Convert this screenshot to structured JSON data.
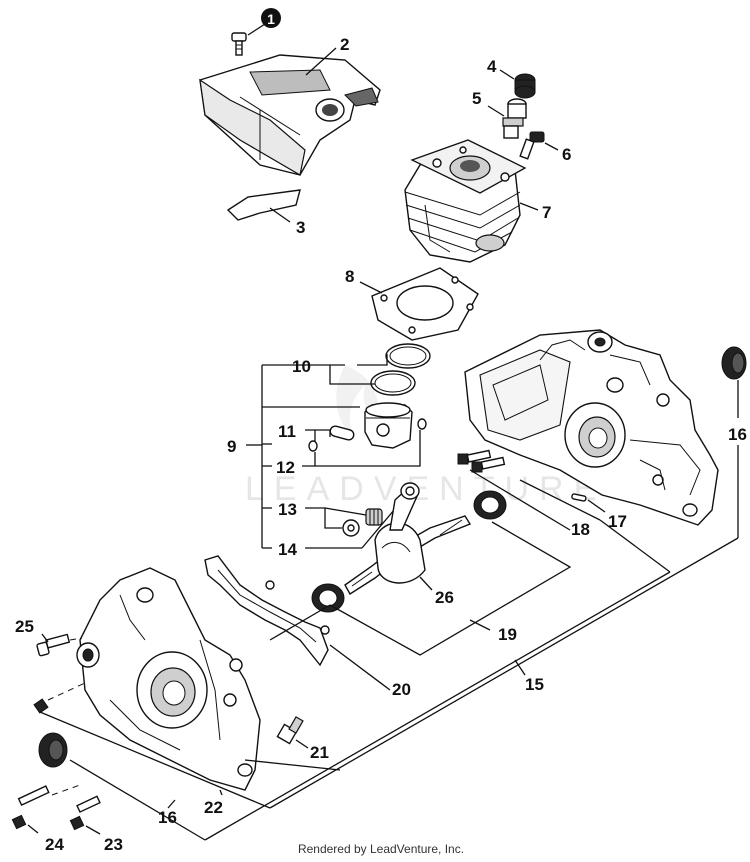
{
  "callout_numbers": [
    "2",
    "3",
    "4",
    "5",
    "6",
    "7",
    "8",
    "9",
    "10",
    "11",
    "12",
    "13",
    "14",
    "15",
    "16",
    "16",
    "17",
    "18",
    "19",
    "20",
    "21",
    "22",
    "23",
    "24",
    "25",
    "26"
  ],
  "badge_number": "1",
  "watermark": "LEADVENTURE",
  "footer": "Rendered by LeadVenture, Inc."
}
